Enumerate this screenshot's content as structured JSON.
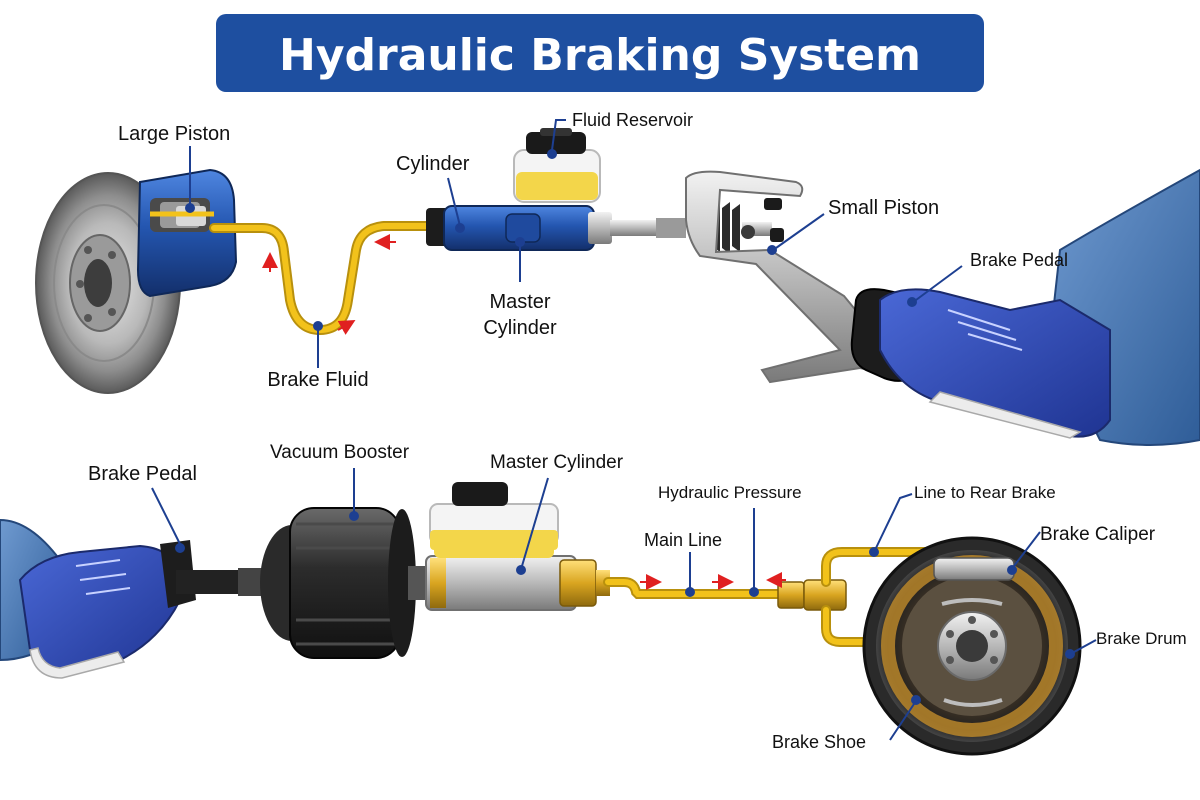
{
  "title": "Hydraulic Braking System",
  "colors": {
    "title_bg": "#1e4fa0",
    "fluid": "#f2c21b",
    "cylinder_blue": "#2456b0",
    "shoe_blue": "#2f49b5",
    "leader": "#1d3f91",
    "arrow": "#e02020"
  },
  "top_diagram": {
    "labels": {
      "large_piston": "Large Piston",
      "fluid_reservoir": "Fluid Reservoir",
      "cylinder": "Cylinder",
      "small_piston": "Small Piston",
      "brake_pedal": "Brake Pedal",
      "master_cylinder_line1": "Master",
      "master_cylinder_line2": "Cylinder",
      "brake_fluid": "Brake Fluid"
    }
  },
  "bottom_diagram": {
    "labels": {
      "brake_pedal": "Brake Pedal",
      "vacuum_booster": "Vacuum Booster",
      "master_cylinder": "Master Cylinder",
      "hydraulic_pressure": "Hydraulic Pressure",
      "line_to_rear_brake": "Line to Rear Brake",
      "main_line": "Main Line",
      "brake_caliper": "Brake Caliper",
      "brake_drum": "Brake Drum",
      "brake_shoe": "Brake Shoe"
    }
  }
}
